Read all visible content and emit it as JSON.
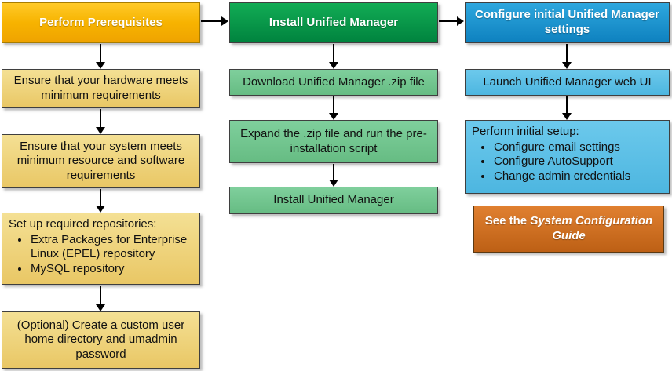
{
  "colors": {
    "gold_header": "#F7B300",
    "yellow_box": "#EFD47E",
    "green_header": "#009A47",
    "green_box": "#72C891",
    "blue_header": "#1B9CD8",
    "blue_box": "#5FC2E8",
    "orange_note": "#D4731E",
    "arrow": "#000000",
    "header_text": "#FFFFFF",
    "body_text": "#111111"
  },
  "columns": [
    {
      "header": "Perform Prerequisites",
      "boxes": [
        {
          "text": "Ensure that your hardware meets minimum requirements"
        },
        {
          "text": "Ensure that your system meets minimum resource and software requirements"
        },
        {
          "title": "Set up required repositories:",
          "bullets": [
            "Extra Packages for Enterprise Linux (EPEL) repository",
            "MySQL repository"
          ]
        },
        {
          "text": "(Optional) Create a custom user home directory and umadmin password"
        }
      ]
    },
    {
      "header": "Install Unified Manager",
      "boxes": [
        {
          "text": "Download Unified Manager .zip file"
        },
        {
          "text": "Expand the .zip file and run the pre-installation script"
        },
        {
          "text": "Install Unified Manager"
        }
      ]
    },
    {
      "header": "Configure initial Unified Manager settings",
      "boxes": [
        {
          "text": "Launch Unified Manager web UI"
        },
        {
          "title": "Perform initial setup:",
          "bullets": [
            "Configure email settings",
            "Configure AutoSupport",
            "Change admin credentials"
          ]
        }
      ],
      "note": {
        "prefix": "See the ",
        "italic_title": "System Configuration Guide"
      }
    }
  ]
}
